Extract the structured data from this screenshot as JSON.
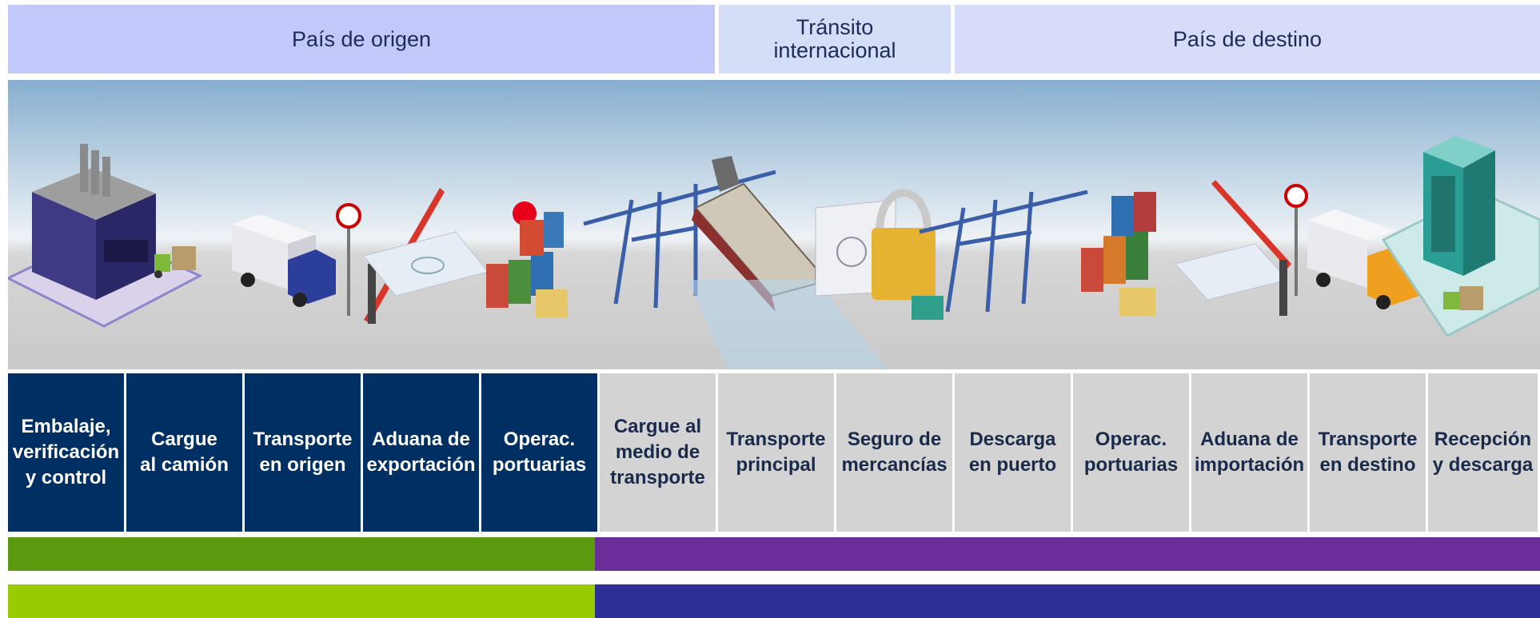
{
  "regions": {
    "origin": "País de origen",
    "transit": "Tránsito\ninternacional",
    "destination": "País de destino"
  },
  "stages": [
    {
      "label": "Embalaje,\nverificación\ny control",
      "group": "origin"
    },
    {
      "label": "Cargue\nal camión",
      "group": "origin"
    },
    {
      "label": "Transporte\nen origen",
      "group": "origin"
    },
    {
      "label": "Aduana de\nexportación",
      "group": "origin"
    },
    {
      "label": "Operac.\nportuarias",
      "group": "origin"
    },
    {
      "label": "Cargue al\nmedio de\ntransporte",
      "group": "international"
    },
    {
      "label": "Transporte\nprincipal",
      "group": "international"
    },
    {
      "label": "Seguro de\nmercancías",
      "group": "international"
    },
    {
      "label": "Descarga\nen puerto",
      "group": "international"
    },
    {
      "label": "Operac.\nportuarias",
      "group": "international"
    },
    {
      "label": "Aduana de\nimportación",
      "group": "international"
    },
    {
      "label": "Transporte\nen destino",
      "group": "international"
    },
    {
      "label": "Recepción\ny descarga",
      "group": "international"
    }
  ],
  "colors": {
    "origin_region": "#c3c8fb",
    "transit_region": "#d4def7",
    "destination_region": "#d7dcf8",
    "stage_dark": "#003063",
    "stage_light": "#d3d3d3",
    "bar_row1_left": "#5b9a0f",
    "bar_row1_right": "#6a2d9a",
    "bar_row2_left": "#99cc00",
    "bar_row2_right": "#2e2f96",
    "marker": "#e8001a"
  },
  "icons": [
    "factory-icon",
    "forklift-icon",
    "truck-icon",
    "speed-sign-icon",
    "barrier-gate-icon",
    "map-document-icon",
    "red-marker-icon",
    "containers-icon",
    "port-crane-icon",
    "cargo-ship-icon",
    "padlock-certificate-icon",
    "office-building-icon"
  ]
}
